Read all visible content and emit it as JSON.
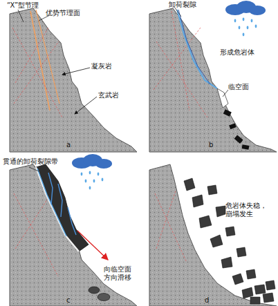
{
  "diagram": {
    "labels": [
      "“X”型节理",
      "优势节理面",
      "凝灰岩",
      "玄武岩",
      "a",
      "卸荷裂隙",
      "形成危岩体",
      "临空面",
      "b",
      "贯通的卸荷裂隙带",
      "向临空面 方向滑移",
      "c",
      "危岩体失稳， 崩塌发生",
      "d"
    ]
  }
}
